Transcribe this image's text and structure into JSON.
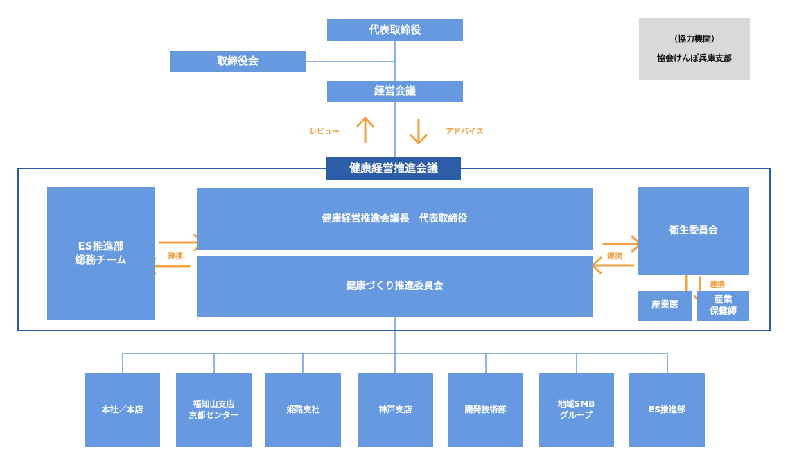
{
  "top": {
    "ceo": "代表取締役",
    "board": "取締役会",
    "management_meeting": "経営会議"
  },
  "relation_labels": {
    "review": "レビュー",
    "advice": "アドバイス"
  },
  "cooperating_org": {
    "title": "（協力機関）",
    "name": "協会けんぽ兵庫支部"
  },
  "committee": {
    "title": "健康経営推進会議",
    "chair": "健康経営推進会議長　代表取締役",
    "promotion_committee": "健康づくり推進委員会",
    "es_dept": "ES推進部\n総務チーム",
    "health_committee": "衛生委員会",
    "industrial_doctor": "産業医",
    "occupational_nurse": "産業\n保健師",
    "link_label": "連携"
  },
  "branches": [
    "本社／本店",
    "福知山支店\n京都センター",
    "姫路支社",
    "神戸支店",
    "開発技術部",
    "地域SMB\nグループ",
    "ES推進部"
  ],
  "colors": {
    "box": "#6699e0",
    "dark_box": "#2e5da8",
    "arrow": "#f0a040",
    "line": "#6699e0",
    "grey_box": "#d9d9d9"
  }
}
